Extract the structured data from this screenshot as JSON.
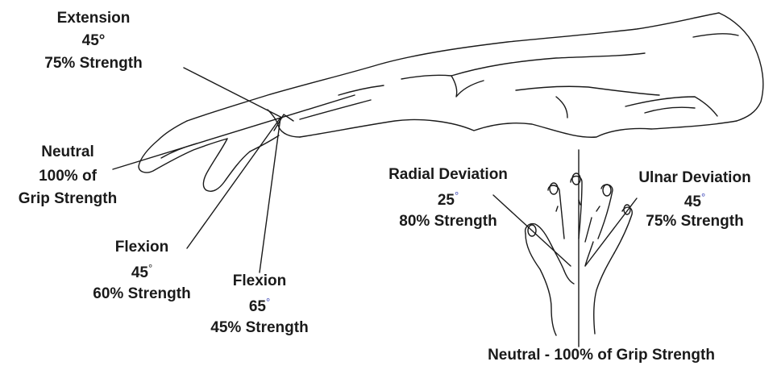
{
  "labels": {
    "extension": {
      "title": "Extension",
      "angle": "45°",
      "strength": "75% Strength"
    },
    "neutral_arm": {
      "title": "Neutral",
      "line2": "100% of",
      "line3": "Grip Strength"
    },
    "flexion_45": {
      "title": "Flexion",
      "angle": "45",
      "degree": "°",
      "strength": "60% Strength"
    },
    "flexion_65": {
      "title": "Flexion",
      "angle": "65",
      "degree": "°",
      "strength": "45% Strength"
    },
    "radial": {
      "title": "Radial Deviation",
      "angle": "25",
      "degree": "°",
      "strength": "80% Strength"
    },
    "ulnar": {
      "title": "Ulnar Deviation",
      "angle": "45",
      "degree": "°",
      "strength": "75% Strength"
    },
    "neutral_hand": {
      "text": "Neutral - 100% of Grip Strength"
    }
  },
  "colors": {
    "ink": "#1a1a1a",
    "degree_mark": "#3b46b8"
  },
  "icons": [
    "arm-illustration",
    "hand-illustration"
  ]
}
